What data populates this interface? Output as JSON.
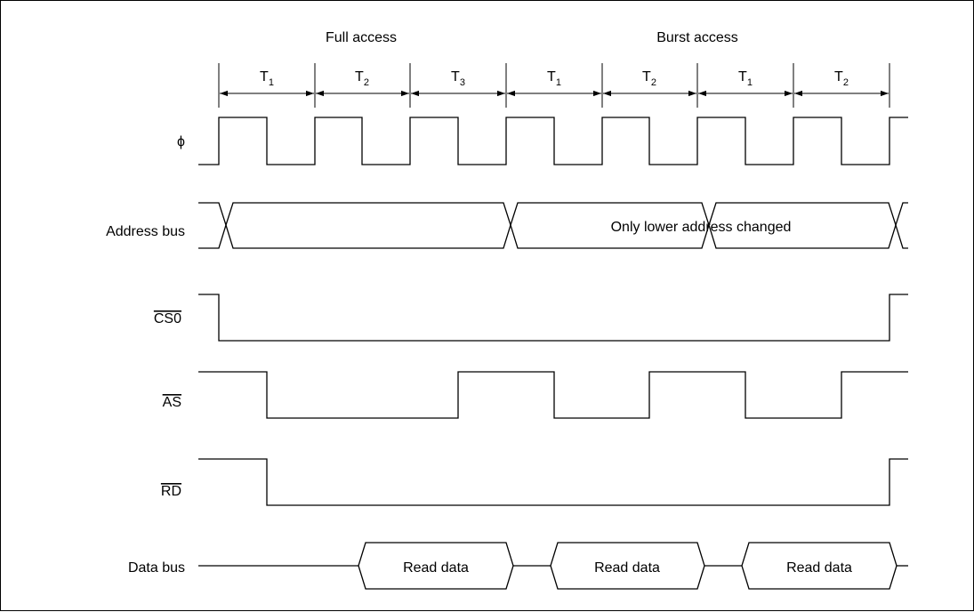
{
  "phases": {
    "full_access": "Full access",
    "burst_access": "Burst access"
  },
  "states": [
    {
      "main": "T",
      "sub": "1"
    },
    {
      "main": "T",
      "sub": "2"
    },
    {
      "main": "T",
      "sub": "3"
    },
    {
      "main": "T",
      "sub": "1"
    },
    {
      "main": "T",
      "sub": "2"
    },
    {
      "main": "T",
      "sub": "1"
    },
    {
      "main": "T",
      "sub": "2"
    }
  ],
  "signals": {
    "clock": "ϕ",
    "address_bus": "Address bus",
    "cs0": "CS0",
    "as": "AS",
    "rd": "RD",
    "data_bus": "Data bus"
  },
  "address_note": "Only lower address changed",
  "data_labels": [
    "Read data",
    "Read data",
    "Read data"
  ]
}
